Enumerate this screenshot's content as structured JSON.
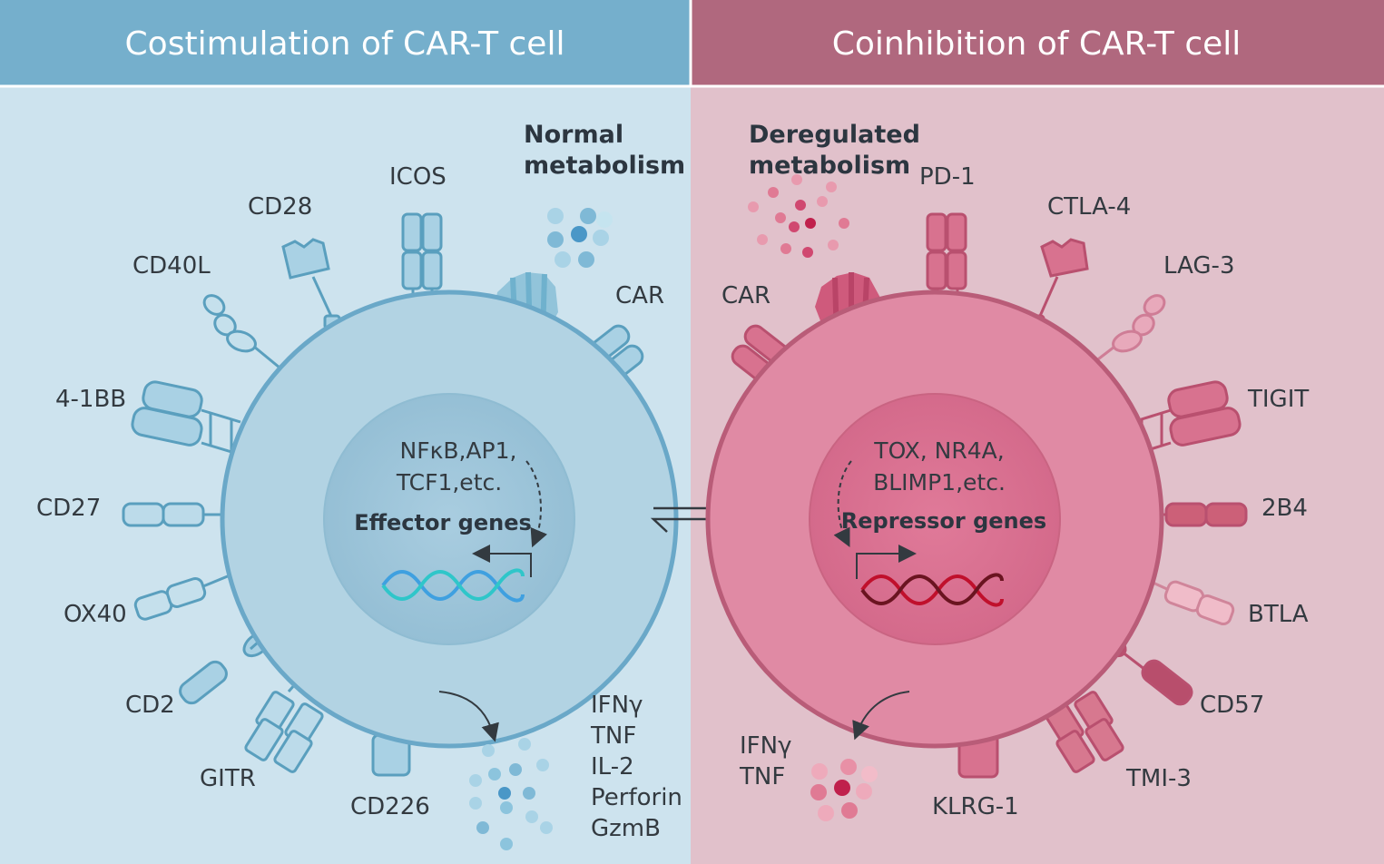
{
  "header": {
    "left_title": "Costimulation of CAR-T cell",
    "right_title": "Coinhibition of CAR-T cell"
  },
  "left": {
    "metabolism_line1": "Normal",
    "metabolism_line2": "metabolism",
    "receptors": {
      "icos": "ICOS",
      "cd28": "CD28",
      "cd40l": "CD40L",
      "car": "CAR",
      "b41bb": "4-1BB",
      "cd27": "CD27",
      "ox40": "OX40",
      "cd2": "CD2",
      "gitr": "GITR",
      "cd226": "CD226"
    },
    "nucleus_line1": "NFκB,AP1,",
    "nucleus_line2": "TCF1,etc.",
    "genes_label": "Effector genes",
    "cytokines": [
      "IFNγ",
      "TNF",
      "IL-2",
      "Perforin",
      "GzmB"
    ]
  },
  "right": {
    "metabolism_line1": "Deregulated",
    "metabolism_line2": "metabolism",
    "receptors": {
      "pd1": "PD-1",
      "ctla4": "CTLA-4",
      "lag3": "LAG-3",
      "car": "CAR",
      "tigit": "TIGIT",
      "b2b4": "2B4",
      "btla": "BTLA",
      "cd57": "CD57",
      "tmi3": "TMI-3",
      "klrg1": "KLRG-1"
    },
    "nucleus_line1": "TOX, NR4A,",
    "nucleus_line2": "BLIMP1,etc.",
    "genes_label": "Repressor genes",
    "cytokines": [
      "IFNγ",
      "TNF"
    ]
  },
  "colors": {
    "left_header": "#75afcc",
    "right_header": "#b0687e",
    "left_bg": "#cde3ee",
    "right_bg": "#e1c1cb",
    "left_cell": "#b2d3e3",
    "right_cell": "#e08aa4"
  }
}
